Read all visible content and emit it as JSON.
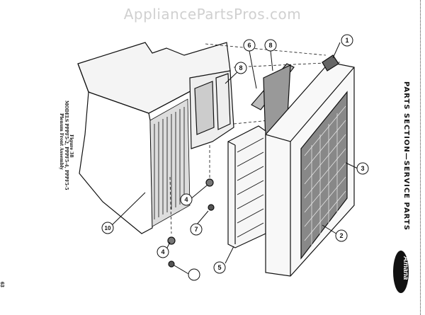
{
  "watermark": "AppliancePartsPros.com",
  "header": {
    "section_title": "PARTS SECTION—SERVICE PARTS",
    "brand": "Amana"
  },
  "caption": {
    "figure": "Figure 38",
    "models": "MODELS PPPF5-2, PPPF5-4, PPPF5-5",
    "subtitle": "Plenum Front Assembly"
  },
  "page_number": "63",
  "callouts": [
    "1",
    "2",
    "3",
    "4",
    "4",
    "5",
    "6",
    "7",
    "8",
    "8",
    "10"
  ]
}
